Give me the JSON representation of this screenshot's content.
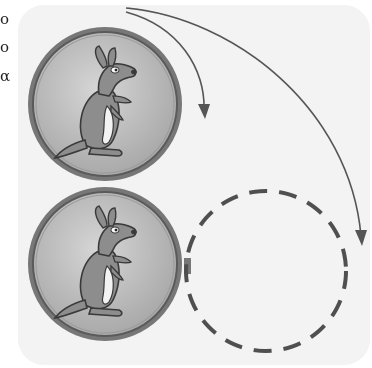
{
  "side_text": [
    "ο",
    "ο",
    "α"
  ],
  "colors": {
    "coin_outer": "#6e6e6e",
    "coin_face": "#bdbdbd",
    "coin_rim": "#8a8a8a",
    "kangaroo": "#8a8a8a",
    "arrow": "#555555",
    "dashed": "#4f4f4f",
    "panel": "#f3f3f3"
  },
  "icons": {
    "coin_top": "kangaroo-coin-icon",
    "coin_bottom": "kangaroo-coin-icon"
  }
}
